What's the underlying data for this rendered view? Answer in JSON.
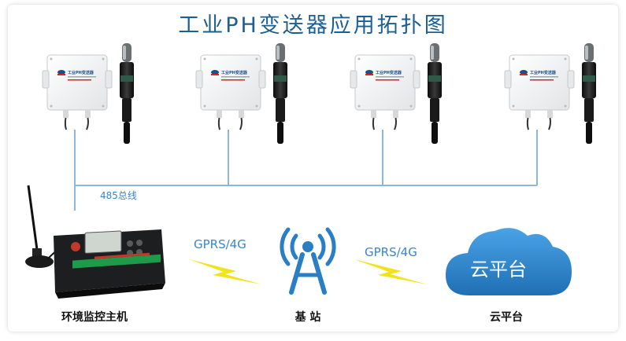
{
  "title": "工业PH变送器应用拓扑图",
  "bus_label": "485总线",
  "transmitters": [
    {
      "brand": "工业PH变送器"
    },
    {
      "brand": "工业PH变送器"
    },
    {
      "brand": "工业PH变送器"
    },
    {
      "brand": "工业PH变送器"
    }
  ],
  "links": [
    {
      "label": "GPRS/4G"
    },
    {
      "label": "GPRS/4G"
    }
  ],
  "host": {
    "label": "环境监控主机"
  },
  "base_station": {
    "label": "基 站"
  },
  "cloud": {
    "text": "云平台",
    "label": "云平台"
  },
  "colors": {
    "title": "#1c5f92",
    "bus_line": "#8ab6e0",
    "cloud": "#2a7fc4",
    "lightning": "#f2e21a",
    "tower": "#2a7fc4"
  },
  "icons": [
    "antenna-icon",
    "lightning-icon",
    "tower-icon",
    "cloud-icon"
  ]
}
